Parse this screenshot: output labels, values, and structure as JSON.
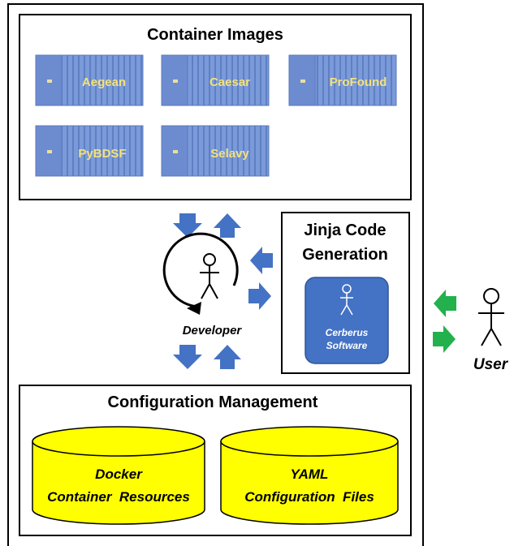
{
  "titles": {
    "container_images": "Container Images",
    "jinja_line1": "Jinja Code",
    "jinja_line2": "Generation",
    "config_mgmt": "Configuration Management"
  },
  "containers": [
    "Aegean",
    "Caesar",
    "ProFound",
    "PyBDSF",
    "Selavy"
  ],
  "cerberus": {
    "line1": "Cerberus",
    "line2": "Software"
  },
  "actors": {
    "developer": "Developer",
    "user": "User"
  },
  "databases": {
    "docker": {
      "line1": "Docker",
      "line2": "Container  Resources"
    },
    "yaml": {
      "line1": "YAML",
      "line2": "Configuration  Files"
    }
  },
  "colors": {
    "container_fill": "#7b9ad9",
    "container_label": "#f3e27a",
    "arrow_blue": "#4472c4",
    "arrow_green": "#22b14c",
    "cerberus_fill": "#4472c4",
    "database_fill": "#ffff00"
  }
}
